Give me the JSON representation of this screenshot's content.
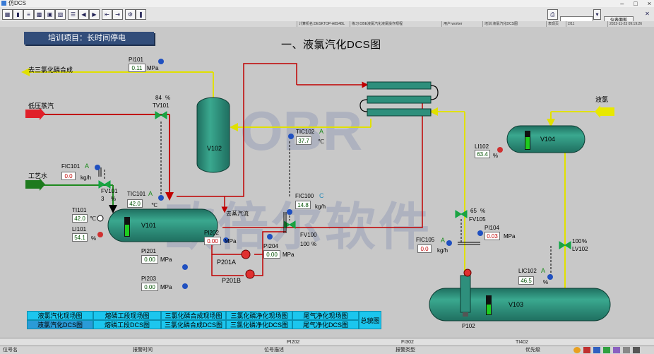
{
  "window": {
    "title": "仿DCS"
  },
  "toolbar": {
    "view_button": "仪表面板"
  },
  "infobar": {
    "cells": [
      "计算机名:DESKTOP-A8S4BL",
      "练习:OBE液氯汽化液氯操作规程",
      "用户:worker",
      "培训:液氯汽化DCS图",
      "表现页",
      "2/11",
      "2022-11-23 09:19:26"
    ]
  },
  "header": {
    "project": "培训项目：长时间停电",
    "title": "一、液氯汽化DCS图"
  },
  "labels": {
    "to_phosgene": "去三氯化磷合成",
    "low_steam": "低压蒸汽",
    "process_water": "工艺水",
    "liquid_chlorine": "液氯",
    "to_steam": "去蒸汽流"
  },
  "equipment": {
    "v102": "V102",
    "v101": "V101",
    "v104": "V104",
    "v103": "V103",
    "p201a": "P201A",
    "p201b": "P201B",
    "p102": "P102"
  },
  "instruments": {
    "pi101": {
      "tag": "PI101",
      "value": "0.11",
      "unit": "MPa"
    },
    "tv101": {
      "tag": "TV101",
      "opening": "84",
      "unit": "%"
    },
    "tic102": {
      "tag": "TIC102",
      "mode": "A",
      "value": "37.7",
      "unit": "℃"
    },
    "fic101": {
      "tag": "FIC101",
      "mode": "A",
      "value": "0.0",
      "unit": "kg/h"
    },
    "fv101": {
      "tag": "FV101",
      "opening": "3",
      "unit": "%"
    },
    "tic101": {
      "tag": "TIC101",
      "mode": "A",
      "value": "42.0",
      "unit": "℃"
    },
    "ti101": {
      "tag": "TI101",
      "value": "42.0",
      "unit": "℃"
    },
    "li101": {
      "tag": "LI101",
      "value": "54.1",
      "unit": "%"
    },
    "pi202": {
      "tag": "PI202",
      "value": "0.00",
      "unit": "MPa"
    },
    "pi201": {
      "tag": "PI201",
      "value": "0.00",
      "unit": "MPa"
    },
    "pi204": {
      "tag": "PI204",
      "value": "0.00",
      "unit": "MPa"
    },
    "pi203": {
      "tag": "PI203",
      "value": "0.00",
      "unit": "MPa"
    },
    "fic100": {
      "tag": "FIC100",
      "mode": "C",
      "value": "14.8",
      "unit": "kg/h"
    },
    "fv100": {
      "tag": "FV100",
      "opening": "100",
      "unit": "%"
    },
    "li102": {
      "tag": "LI102",
      "value": "63.4",
      "unit": "%"
    },
    "fv105": {
      "tag": "FV105",
      "opening": "65",
      "unit": "%"
    },
    "pi104": {
      "tag": "PI104",
      "value": "0.03",
      "unit": "MPa"
    },
    "fic105": {
      "tag": "FIC105",
      "mode": "A",
      "value": "0.0",
      "unit": "kg/h"
    },
    "lv102": {
      "tag": "LV102",
      "opening": "100",
      "unit": "%"
    },
    "lic102": {
      "tag": "LIC102",
      "mode": "A",
      "value": "46.5",
      "unit": "%"
    }
  },
  "nav": {
    "row1": [
      "液氯汽化现场图",
      "熔磷工段现场图",
      "三氯化磷合成现场图",
      "三氯化磷净化现场图",
      "尾气净化现场图"
    ],
    "row2": [
      "液氯汽化DCS图",
      "熔磷工段DCS图",
      "三氯化磷合成DCS图",
      "三氯化磷净化DCS图",
      "尾气净化DCS图"
    ],
    "overview": "总貌图"
  },
  "bottom": {
    "tags": [
      "PI202",
      "FI302",
      "TI402"
    ],
    "columns": [
      "位号名",
      "报警时间",
      "位号描述",
      "报警类型",
      "优先级"
    ]
  },
  "watermark": {
    "logo": "OBR",
    "text": "欧倍尔软件"
  },
  "colors": {
    "vessel": "#2e8f7c",
    "steam": "#c00000",
    "chlorine": "#e0e000",
    "water": "#1e8a1e",
    "nav": "#1cc6ee"
  }
}
